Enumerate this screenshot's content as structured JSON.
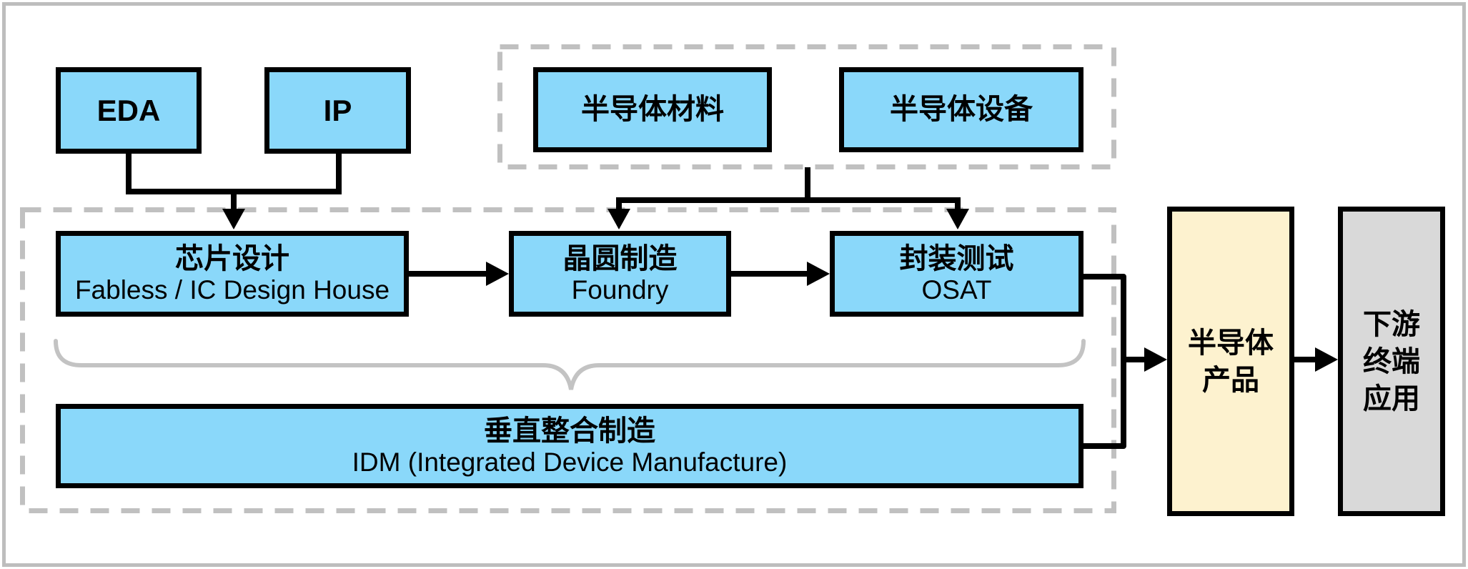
{
  "colors": {
    "node-blue": "#8AD8FA",
    "node-cream": "#FDF2CF",
    "node-gray": "#D9D9D9",
    "line-black": "#000000",
    "dash-gray": "#C0C0C0",
    "brace-gray": "#C3C3C3",
    "frame-gray": "#BDBDBD",
    "text-black": "#000000"
  },
  "nodes": {
    "eda": {
      "label": "EDA"
    },
    "ip": {
      "label": "IP"
    },
    "materials": {
      "label": "半导体材料"
    },
    "equipment": {
      "label": "半导体设备"
    },
    "chip_design": {
      "label": "芯片设计",
      "sublabel": "Fabless / IC Design House"
    },
    "wafer_fab": {
      "label": "晶圆制造",
      "sublabel": "Foundry"
    },
    "package_test": {
      "label": "封装测试",
      "sublabel": "OSAT"
    },
    "idm": {
      "label": "垂直整合制造",
      "sublabel": "IDM (Integrated Device Manufacture)"
    },
    "semiconductor_product": {
      "line1": "半导体",
      "line2": "产品"
    },
    "downstream_apps": {
      "line1": "下游",
      "line2": "终端",
      "line3": "应用"
    }
  },
  "connections": [
    {
      "from": "EDA",
      "to": "芯片设计"
    },
    {
      "from": "IP",
      "to": "芯片设计"
    },
    {
      "from": "半导体材料/半导体设备",
      "to": "晶圆制造"
    },
    {
      "from": "半导体材料/半导体设备",
      "to": "封装测试"
    },
    {
      "from": "芯片设计",
      "to": "晶圆制造"
    },
    {
      "from": "晶圆制造",
      "to": "封装测试"
    },
    {
      "from": "封装测试",
      "to": "半导体产品"
    },
    {
      "from": "垂直整合制造",
      "to": "半导体产品"
    },
    {
      "from": "半导体产品",
      "to": "下游终端应用"
    }
  ],
  "groups": [
    {
      "name": "上游支撑（虚线框）",
      "members": [
        "半导体材料",
        "半导体设备"
      ]
    },
    {
      "name": "制造链（虚线框）",
      "members": [
        "芯片设计",
        "晶圆制造",
        "封装测试",
        "垂直整合制造"
      ]
    },
    {
      "name": "花括号分组",
      "members": [
        "芯片设计",
        "晶圆制造",
        "封装测试"
      ],
      "points_to": "垂直整合制造"
    }
  ]
}
